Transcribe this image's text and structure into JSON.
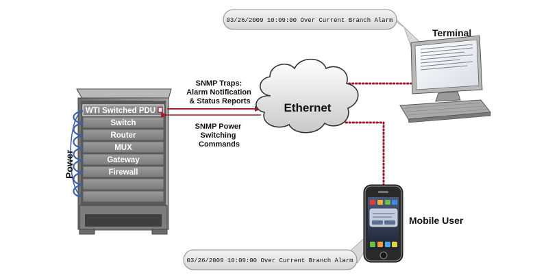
{
  "rack": {
    "units": [
      "WTI Switched PDU",
      "Switch",
      "Router",
      "MUX",
      "Gateway",
      "Firewall",
      "",
      ""
    ],
    "power_label": "Power"
  },
  "arrows": {
    "traps_lines": [
      "SNMP Traps:",
      "Alarm Notification",
      "& Status Reports"
    ],
    "commands_lines": [
      "SNMP Power",
      "Switching",
      "Commands"
    ]
  },
  "network": {
    "cloud_label": "Ethernet"
  },
  "terminal": {
    "label": "Terminal",
    "alarm_message": "03/26/2009 10:09:00 Over Current Branch Alarm"
  },
  "mobile": {
    "label": "Mobile User",
    "alarm_message": "03/26/2009 10:09:00 Over Current Branch Alarm"
  },
  "colors": {
    "link_red": "#a0192c",
    "rack_gray": "#8c8c8c",
    "unit_gray": "#8a8a8a",
    "cable_blue": "#3d62a8"
  }
}
